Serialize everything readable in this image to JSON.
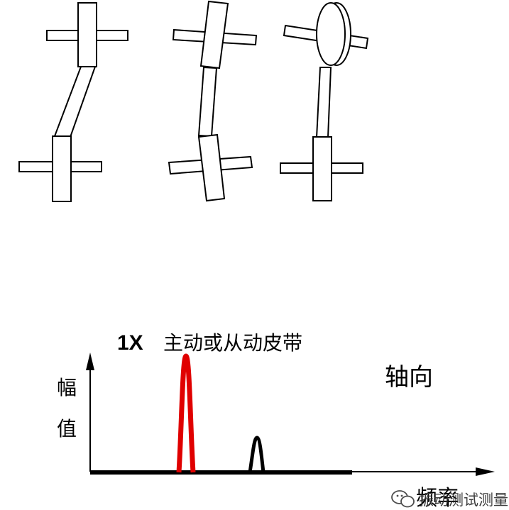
{
  "diagram": {
    "rotor_figures": [
      {
        "name": "offset-misalignment"
      },
      {
        "name": "angular-misalignment"
      },
      {
        "name": "pulley-angular-misalignment"
      }
    ]
  },
  "spectrum": {
    "peak_label_multiplier": "1X",
    "peak_label_text": "主动或从动皮带",
    "direction_label": "轴向",
    "y_axis_label_line1": "幅",
    "y_axis_label_line2": "值",
    "x_axis_label": "频率",
    "colors": {
      "primary_peak": "#e00000",
      "baseline": "#000000"
    }
  },
  "watermark": {
    "text": "振动测试测量"
  }
}
